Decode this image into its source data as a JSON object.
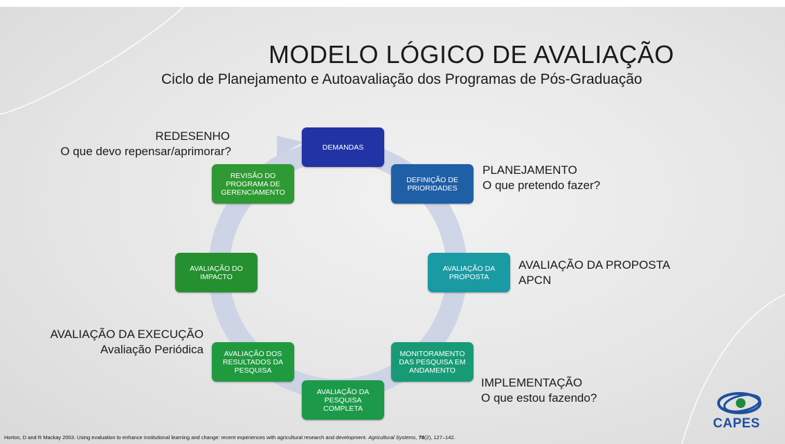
{
  "title": "MODELO LÓGICO DE AVALIAÇÃO",
  "subtitle": "Ciclo de Planejamento e Autoavaliação dos Programas de Pós-Graduação",
  "nodes": [
    {
      "text": "DEMANDAS",
      "color": "#2233a6"
    },
    {
      "text": "DEFINIÇÃO DE PRIORIDADES",
      "color": "#1f5fa6"
    },
    {
      "text": "AVALIAÇÃO DA PROPOSTA",
      "color": "#1a9aa3"
    },
    {
      "text": "MONITORAMENTO DAS PESQUISA EM ANDAMENTO",
      "color": "#179b76"
    },
    {
      "text": "AVALIAÇÃO DA PESQUISA COMPLETA",
      "color": "#1c9a4a"
    },
    {
      "text": "AVALIAÇÃO DOS RESULTADOS DA PESQUISA",
      "color": "#1f9a3f"
    },
    {
      "text": "AVALIAÇÃO DO IMPACTO",
      "color": "#24902f"
    },
    {
      "text": "REVISÃO DO PROGRAMA DE GERENCIAMENTO",
      "color": "#2f9a33"
    }
  ],
  "labels": {
    "redesenho": {
      "line1": "REDESENHO",
      "line2": "O que devo repensar/aprimorar?"
    },
    "planejamento": {
      "line1": "PLANEJAMENTO",
      "line2": "O que pretendo fazer?"
    },
    "proposta": {
      "line1": "AVALIAÇÃO DA PROPOSTA",
      "line2": "APCN"
    },
    "execucao": {
      "line1": "AVALIAÇÃO DA EXECUÇÃO",
      "line2": "Avaliação Periódica"
    },
    "implementacao": {
      "line1": "IMPLEMENTAÇÃO",
      "line2": "O que estou fazendo?"
    }
  },
  "footer": {
    "text": "Horton, D and R Mackay 2003. Using evaluation to enhance institutional learning and change: recent experiences with agricultural research and development.",
    "journal": "Agricultural Systems",
    "volume": "78",
    "pages": "(2), 127–142."
  },
  "logo": {
    "text": "CAPES",
    "color": "#1e4fa0"
  }
}
